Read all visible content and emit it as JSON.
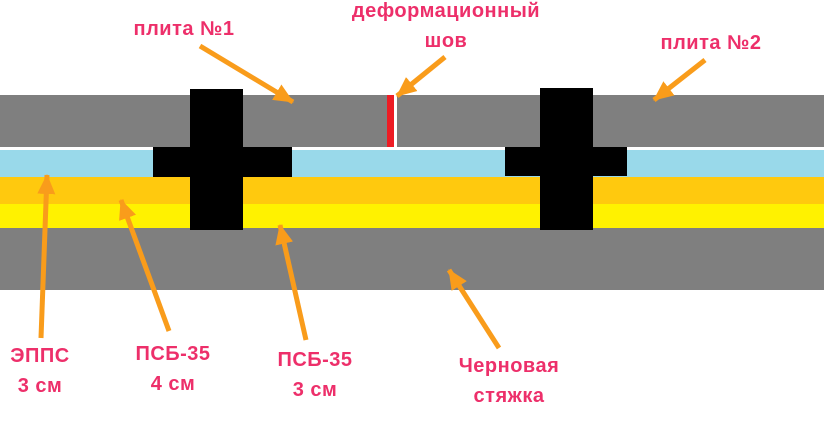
{
  "callouts": {
    "slab1": {
      "lines": [
        "плита №1"
      ]
    },
    "joint": {
      "lines": [
        "деформационный",
        "шов"
      ]
    },
    "slab2": {
      "lines": [
        "плита №2"
      ]
    },
    "epps": {
      "lines": [
        "ЭППС",
        "3 см"
      ]
    },
    "psb4": {
      "lines": [
        "ПСБ-35",
        "4 см"
      ]
    },
    "psb3": {
      "lines": [
        "ПСБ-35",
        "3 см"
      ]
    },
    "screed": {
      "lines": [
        "Черновая",
        "стяжка"
      ]
    }
  },
  "colors": {
    "slab_gray": "#7f7f7f",
    "screed_gray": "#7f7f7f",
    "epps_blue": "#99d9ea",
    "psb4_gold": "#ffc90e",
    "psb3_yellow": "#fff200",
    "joint_red": "#ed1c24",
    "arrow_orange": "#f99c1b",
    "label_pink": "#ed2f6a",
    "fastener_black": "#000000",
    "background": "#ffffff"
  }
}
